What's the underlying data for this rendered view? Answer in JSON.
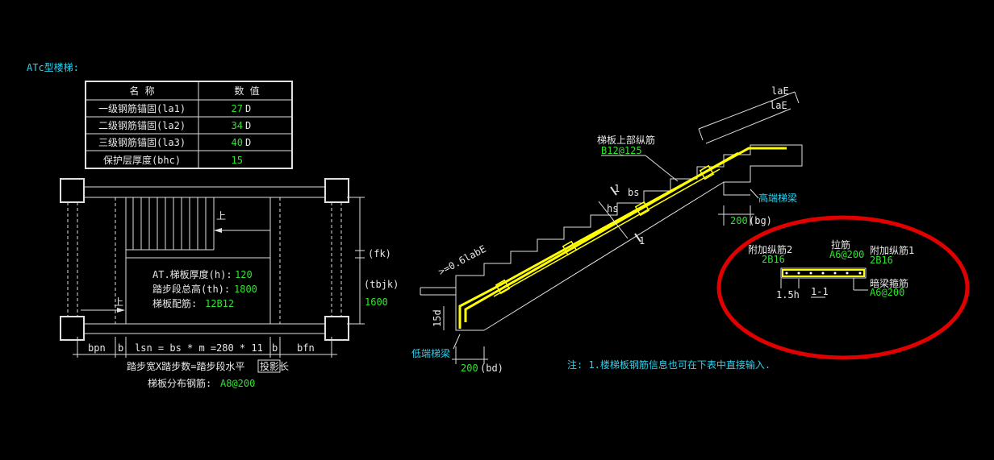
{
  "title": "ATc型楼梯:",
  "table": {
    "headers": [
      "名  称",
      "数  值"
    ],
    "rows": [
      {
        "name": "一级钢筋锚固(la1)",
        "value": "27",
        "unit": "D"
      },
      {
        "name": "二级钢筋锚固(la2)",
        "value": "34",
        "unit": "D"
      },
      {
        "name": "三级钢筋锚固(la3)",
        "value": "40",
        "unit": "D"
      },
      {
        "name": "保护层厚度(bhc)",
        "value": "15",
        "unit": ""
      }
    ]
  },
  "plan": {
    "up_label": "上",
    "thickness_label": "AT.梯板厚度(h):",
    "thickness_value": "120",
    "total_height_label": "踏步段总高(th):",
    "total_height_value": "1800",
    "reinforcement_label": "梯板配筋:",
    "reinforcement_value": "12B12",
    "fk_label": "(fk)",
    "tbjk_label": "(tbjk)",
    "tbjk_value": "1600",
    "dim_bpn": "bpn",
    "dim_b": "b",
    "dim_lsn": "lsn = bs * m =",
    "dim_lsn_value": "280 * 11",
    "dim_bfn": "bfn",
    "caption_main": "踏步宽X踏步数=踏步段水平",
    "caption_boxed": "投影长",
    "distribution_label": "梯板分布钢筋:",
    "distribution_value": "A8@200"
  },
  "section": {
    "top_rebar_label": "梯板上部纵筋",
    "top_rebar_value": "B12@125",
    "high_beam": "高端梯梁",
    "low_beam": "低端梯梁",
    "dim_200_bg": "200",
    "bg": "(bg)",
    "dim_200_bd": "200",
    "bd": "(bd)",
    "lae": "laE",
    "bs": "bs",
    "hs": "hs",
    "anchor": ">=0.6labE",
    "d15": "15d",
    "mark_1": "1"
  },
  "detail": {
    "add_rebar_2": "附加纵筋2",
    "add_rebar_2_value": "2B16",
    "tie": "拉筋",
    "tie_value": "A6@200",
    "add_rebar_1": "附加纵筋1",
    "add_rebar_1_value": "2B16",
    "hidden_stirrup": "暗梁箍筋",
    "hidden_stirrup_value": "A6@200",
    "dim_15h": "1.5h",
    "section_label": "1-1"
  },
  "note": "注: 1.楼梯板钢筋信息也可在下表中直接输入.",
  "colors": {
    "background": "#000000",
    "line": "#e0e0e0",
    "green": "#2ee52e",
    "cyan": "#2ad1ee",
    "rebar": "#ffff00",
    "highlight": "#e00000"
  }
}
